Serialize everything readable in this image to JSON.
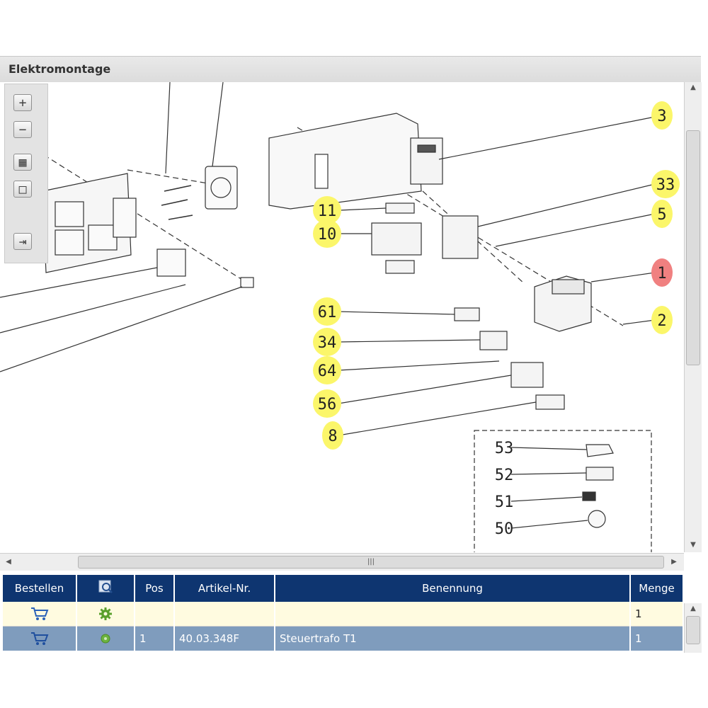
{
  "panel": {
    "title": "Elektromontage"
  },
  "toolbar": {
    "zoom_in_icon": "zoom-in-icon",
    "zoom_out_icon": "zoom-out-icon",
    "fit_icon": "fit-page-icon",
    "actual_size_icon": "actual-size-icon",
    "export_icon": "export-arrow-icon"
  },
  "callouts": [
    {
      "label": "3",
      "highlight": "yellow"
    },
    {
      "label": "33",
      "highlight": "yellow"
    },
    {
      "label": "5",
      "highlight": "yellow"
    },
    {
      "label": "1",
      "highlight": "red"
    },
    {
      "label": "2",
      "highlight": "yellow"
    },
    {
      "label": "11",
      "highlight": "yellow"
    },
    {
      "label": "10",
      "highlight": "yellow"
    },
    {
      "label": "61",
      "highlight": "yellow"
    },
    {
      "label": "34",
      "highlight": "yellow"
    },
    {
      "label": "64",
      "highlight": "yellow"
    },
    {
      "label": "56",
      "highlight": "yellow"
    },
    {
      "label": "8",
      "highlight": "yellow"
    },
    {
      "label": "53",
      "highlight": "none"
    },
    {
      "label": "52",
      "highlight": "none"
    },
    {
      "label": "51",
      "highlight": "none"
    },
    {
      "label": "50",
      "highlight": "none"
    }
  ],
  "grid": {
    "columns": [
      "Bestellen",
      "",
      "Pos",
      "Artikel-Nr.",
      "Benennung",
      "Menge"
    ],
    "rows": [
      {
        "pos": "",
        "article": "",
        "name": "",
        "qty": "1"
      },
      {
        "pos": "1",
        "article": "40.03.348F",
        "name": "Steuertrafo T1",
        "qty": "1"
      }
    ]
  },
  "colors": {
    "header_bg": "#0e3570",
    "row_highlight": "#fffbe0",
    "row_selected": "#7f9cbd",
    "callout_yellow": "#fbf66a",
    "callout_red": "#f08080"
  }
}
